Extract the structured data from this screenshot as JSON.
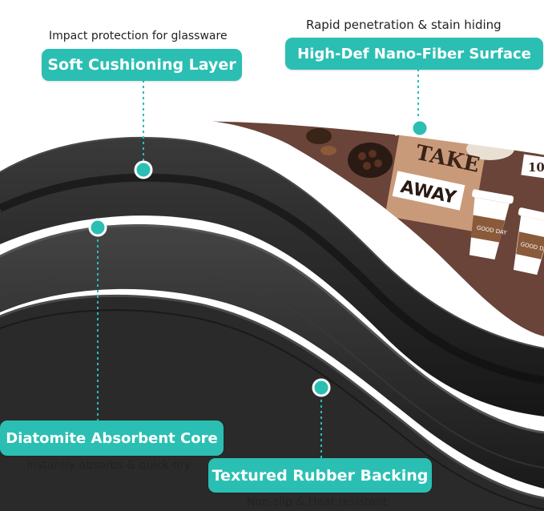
{
  "callouts": {
    "soft_layer": {
      "caption": "Impact protection for glassware",
      "title": "Soft Cushioning Layer"
    },
    "surface": {
      "caption": "Rapid penetration & stain hiding",
      "title": "High-Def Nano-Fiber Surface"
    },
    "core": {
      "title": "Diatomite Absorbent Core",
      "caption": "Instantly absorbs & quick dry"
    },
    "backing": {
      "title": "Textured Rubber Backing",
      "caption": "Non-slip & Heat resistant"
    }
  },
  "print_design": {
    "line1": "TAKE",
    "line2": "AWAY",
    "corner_text": "10",
    "cup_label": "GOOD DAY"
  },
  "colors": {
    "accent": "#2bbfb3",
    "print_brown": "#6a4438",
    "print_tan": "#c99a7a",
    "mat_black": "#1c1c1c"
  }
}
